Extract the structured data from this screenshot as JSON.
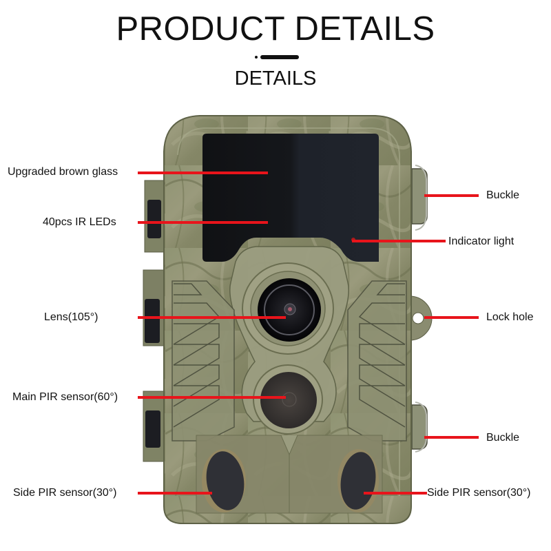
{
  "header": {
    "title": "PRODUCT DETAILS",
    "subtitle": "DETAILS"
  },
  "colors": {
    "callout_line": "#e8141b",
    "text": "#111111",
    "camo_base": "#8a8b6c",
    "glass": "#15161a"
  },
  "product": {
    "name": "trail-camera",
    "callouts_left": [
      {
        "label": "Upgraded brown glass"
      },
      {
        "label": "40pcs IR LEDs"
      },
      {
        "label": "Lens(105°)"
      },
      {
        "label": "Main PIR sensor(60°)"
      },
      {
        "label": "Side PIR sensor(30°)"
      }
    ],
    "callouts_right": [
      {
        "label": "Buckle"
      },
      {
        "label": "Indicator light"
      },
      {
        "label": "Lock hole"
      },
      {
        "label": "Buckle"
      },
      {
        "label": "Side PIR sensor(30°)"
      }
    ]
  }
}
